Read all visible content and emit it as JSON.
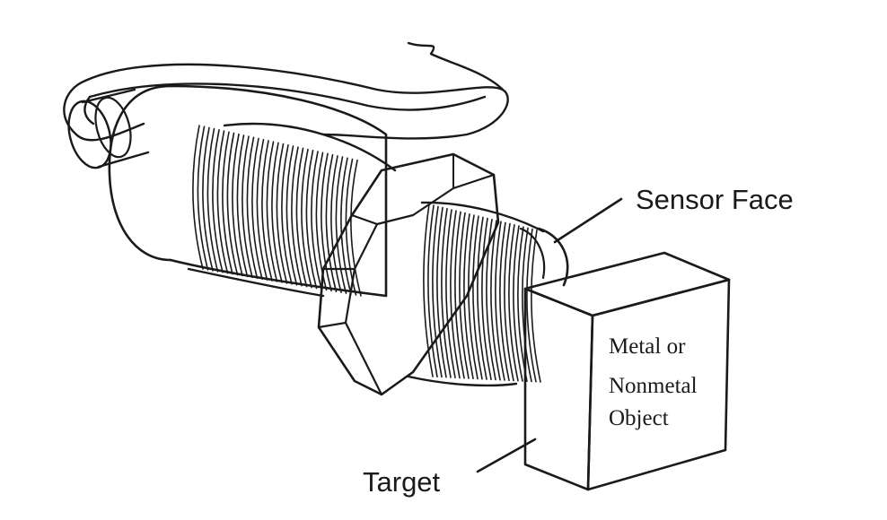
{
  "labels": {
    "sensor_face": "Sensor Face",
    "target": "Target",
    "object_line1": "Metal or",
    "object_line2": "Nonmetal",
    "object_line3": "Object"
  },
  "colors": {
    "ink": "#1a1a1a",
    "background": "#ffffff"
  }
}
